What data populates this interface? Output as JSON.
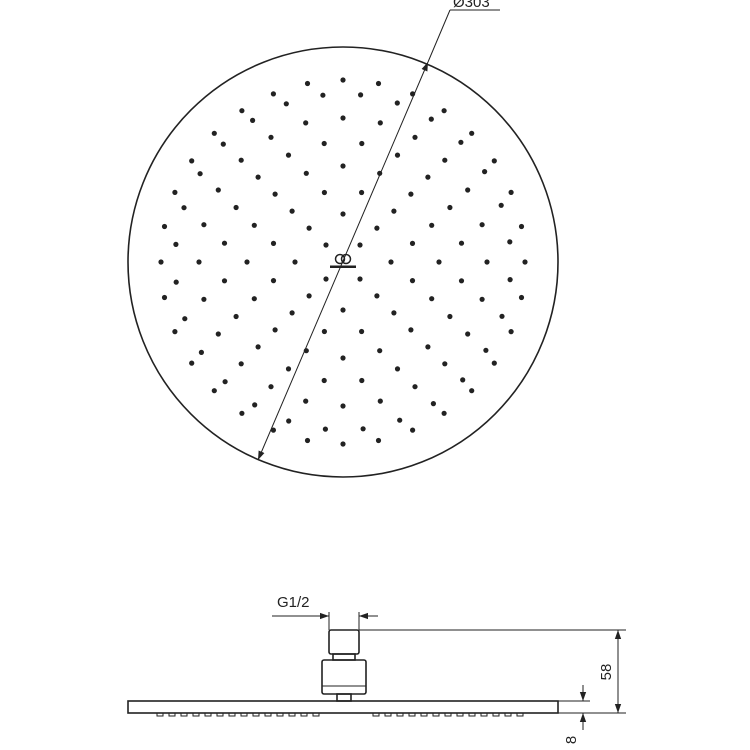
{
  "drawing": {
    "top_view": {
      "diameter_label": "Ø303"
    },
    "side_view": {
      "thread_label": "G1/2",
      "height_label": "58",
      "plate_thickness_label": "8"
    },
    "colors": {
      "line": "#222222",
      "background": "#ffffff"
    }
  }
}
